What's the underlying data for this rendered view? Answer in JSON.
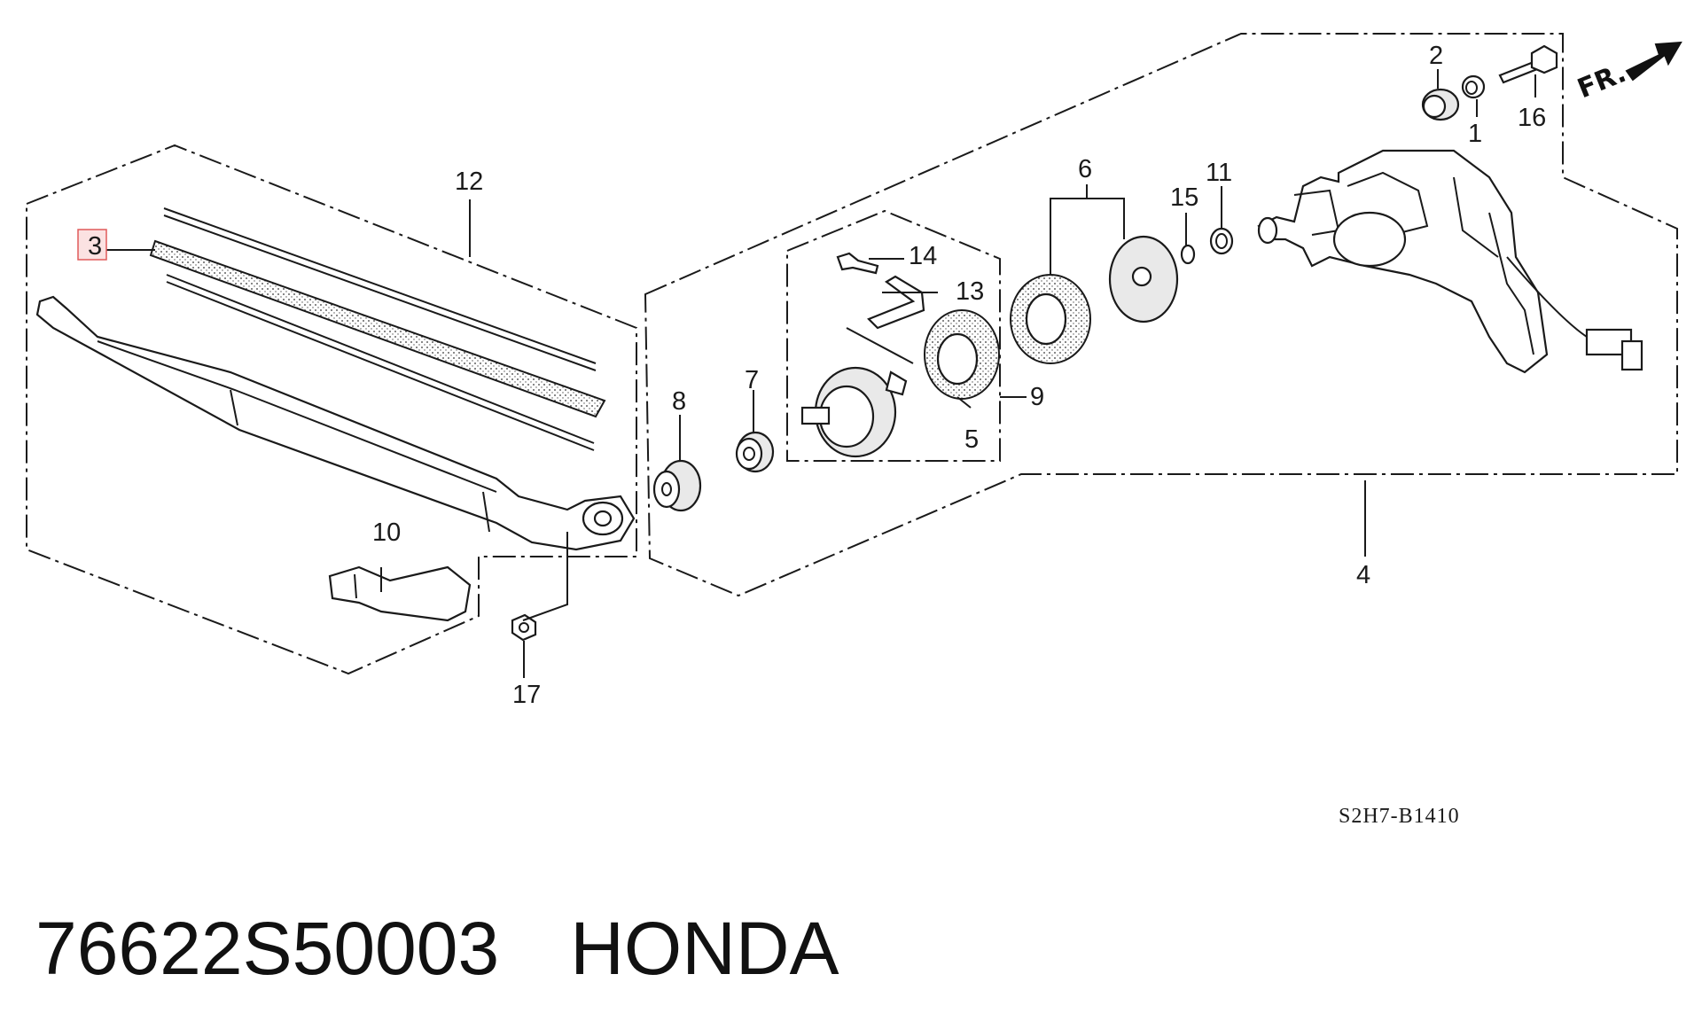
{
  "diagram": {
    "callouts": [
      "1",
      "2",
      "3",
      "4",
      "5",
      "6",
      "7",
      "8",
      "9",
      "10",
      "11",
      "12",
      "13",
      "14",
      "15",
      "16",
      "17"
    ],
    "highlighted_callout": "3",
    "highlight_color": "#e05a5a",
    "drawing_code": "S2H7-B1410",
    "orientation_label": "FR."
  },
  "footer": {
    "part_number": "76622S50003",
    "brand": "HONDA"
  }
}
